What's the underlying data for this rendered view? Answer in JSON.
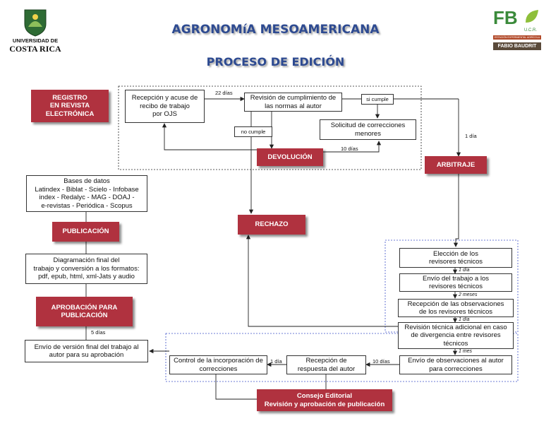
{
  "header": {
    "title": "AGRONOMíA MESOAMERICANA",
    "subtitle": "PROCESO DE EDICIÓN",
    "left_logo": {
      "line1": "UNIVERSIDAD DE",
      "line2": "COSTA RICA"
    },
    "right_logo": {
      "mark": "FB",
      "ucr": "U.C.R.",
      "tiny": "ESTACIÓN EXPERIMENTAL AGRÍCOLA",
      "name": "FABIO BAUDRIT"
    }
  },
  "colors": {
    "accent_red": "#b0323f",
    "title_blue": "#2d4a91",
    "dotted_blue": "#3c50c8",
    "logo_green": "#3a8a3a"
  },
  "stages": {
    "registro": "REGISTRO\nEN REVISTA\nELECTRÓNICA",
    "devolucion": "DEVOLUCIÓN",
    "arbitraje": "ARBITRAJE",
    "rechazo": "RECHAZO",
    "publicacion": "PUBLICACIÓN",
    "aprobacion": "APROBACIÓN PARA\nPUBLICACIÓN",
    "consejo": "Consejo Editorial\nRevisión y aprobación de publicación"
  },
  "boxes": {
    "recepcion_ojs": "Recepción y acuse de\nrecibo de trabajo\npor OJS",
    "revision_normas": "Revisión de cumplimiento de\nlas normas al autor",
    "solicitud_correcciones": "Solicitud de correcciones\nmenores",
    "bases_datos": "Bases de datos\nLatindex - Biblat - Scielo - Infobase\nindex - Redalyc - MAG - DOAJ -\ne-revistas - Periódica - Scopus",
    "diagramacion": "Diagramación final del\ntrabajo y conversión a los formatos:\npdf, epub, html, xml-Jats y audio",
    "envio_version": "Envío de versión final del trabajo al\nautor para su aprobación",
    "eleccion_revisores": "Elección de los\nrevisores técnicos",
    "envio_revisores": "Envío del trabajo a los\nrevisores técnicos",
    "recepcion_observaciones": "Recepción de las observaciones\nde los revisores técnicos",
    "revision_adicional": "Revisión técnica adicional en caso\nde divergencia entre revisores\ntécnicos",
    "envio_observaciones": "Envío de observaciones al autor\npara correcciones",
    "recepcion_respuesta": "Recepción de\nrespuesta del autor",
    "control_incorporacion": "Control de la incorporación de\ncorrecciones"
  },
  "labels": {
    "d22": "22 días",
    "si_cumple": "si cumple",
    "no_cumple": "no cumple",
    "d10_top": "10 días",
    "d1_arbitraje": "1 día",
    "d1_a": "1 día",
    "m2": "2 meses",
    "d1_b": "1 día",
    "m1": "1 mes",
    "d10_bottom": "10 días",
    "d1_bottom": "1 día",
    "d5": "5 días"
  }
}
